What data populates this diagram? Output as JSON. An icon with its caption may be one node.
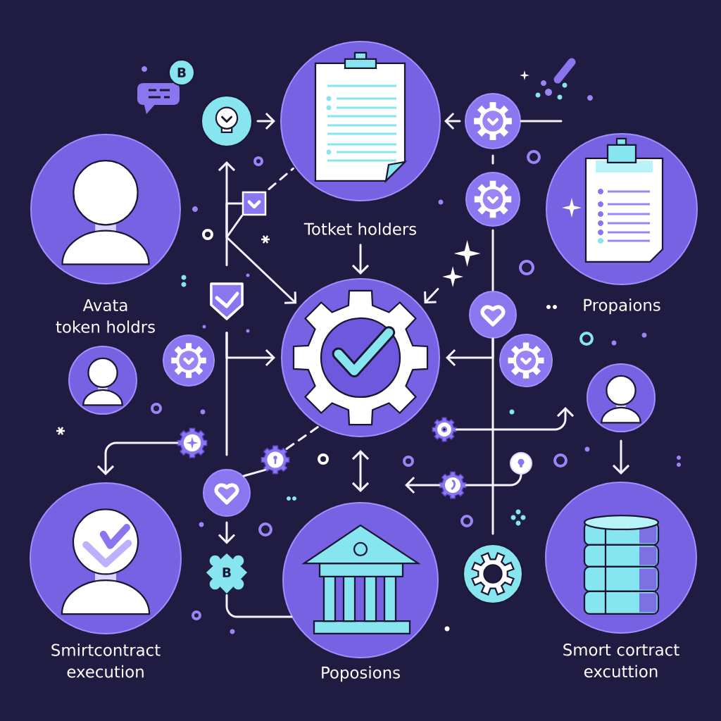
{
  "diagram": {
    "nodes": [
      {
        "text": [
          "B"
        ]
      },
      {
        "text": [],
        "shape": "circle"
      },
      {
        "text": [],
        "shape": "circle"
      },
      {
        "text": [],
        "shape": "circle"
      },
      {
        "text": [
          "Avata token holdrs"
        ]
      },
      {
        "text": [],
        "shape": "box"
      },
      {
        "text": [],
        "shape": "circle"
      },
      {
        "text": [
          "Propaions"
        ]
      },
      {
        "text": [
          "Totket holders"
        ]
      },
      {
        "text": [],
        "shape": "shield"
      },
      {
        "text": [],
        "shape": "circle"
      },
      {
        "text": [],
        "shape": "circle"
      },
      {
        "text": [],
        "shape": "circle"
      },
      {
        "text": [],
        "shape": "circle"
      },
      {
        "text": [],
        "shape": "circle"
      },
      {
        "text": [],
        "shape": "circle"
      },
      {
        "text": [],
        "shape": "gear"
      },
      {
        "text": [],
        "shape": "gear"
      },
      {
        "text": [],
        "shape": "gear"
      },
      {
        "text": [],
        "shape": "circle"
      },
      {
        "text": [],
        "shape": "gear"
      },
      {
        "text": [],
        "shape": "circle"
      },
      {
        "text": [
          "Smirtcontract execution"
        ]
      },
      {
        "text": [
          "B"
        ]
      },
      {
        "text": [],
        "shape": "circle"
      },
      {
        "text": [
          "Smort cortract excuttion"
        ]
      },
      {
        "text": [
          "Poposions"
        ]
      },
      {
        "text": [],
        "shape": "star"
      }
    ],
    "edges": [
      {
        "from": 1,
        "to": 2,
        "arrow": "to"
      },
      {
        "from": 3,
        "to": 2,
        "arrow": "to"
      },
      {
        "from": 3,
        "to": null,
        "arrow": "none"
      },
      {
        "from": 3,
        "to": 6,
        "arrow": "none"
      },
      {
        "from": 5,
        "to": 2,
        "arrow": "none",
        "style": "dashed"
      },
      {
        "from": 9,
        "to": 1,
        "arrow": "to"
      },
      {
        "from": 5,
        "to": 11,
        "arrow": "to"
      },
      {
        "from": 8,
        "to": 11,
        "arrow": "to"
      },
      {
        "from": 6,
        "to": 10,
        "arrow": "none"
      },
      {
        "from": 10,
        "to": 11,
        "arrow": "to"
      },
      {
        "from": 10,
        "to": 24,
        "arrow": "none"
      },
      {
        "from": 9,
        "to": 11,
        "arrow": "to"
      },
      {
        "from": 9,
        "to": 21,
        "arrow": "none"
      },
      {
        "from": 11,
        "to": 26,
        "arrow": "both"
      },
      {
        "from": 16,
        "to": 22,
        "arrow": "to"
      },
      {
        "from": 21,
        "to": 18,
        "arrow": "none"
      },
      {
        "from": 18,
        "to": 11,
        "arrow": "none",
        "style": "dashed"
      },
      {
        "from": 21,
        "to": 23,
        "arrow": "to"
      },
      {
        "from": 23,
        "to": 26,
        "arrow": "none"
      },
      {
        "from": 17,
        "to": null,
        "arrow": "to"
      },
      {
        "from": 19,
        "to": 20,
        "arrow": "none"
      },
      {
        "from": 20,
        "to": null,
        "arrow": "to"
      },
      {
        "from": 15,
        "to": 25,
        "arrow": "to"
      },
      {
        "from": 27,
        "to": 11,
        "arrow": "to"
      }
    ]
  }
}
